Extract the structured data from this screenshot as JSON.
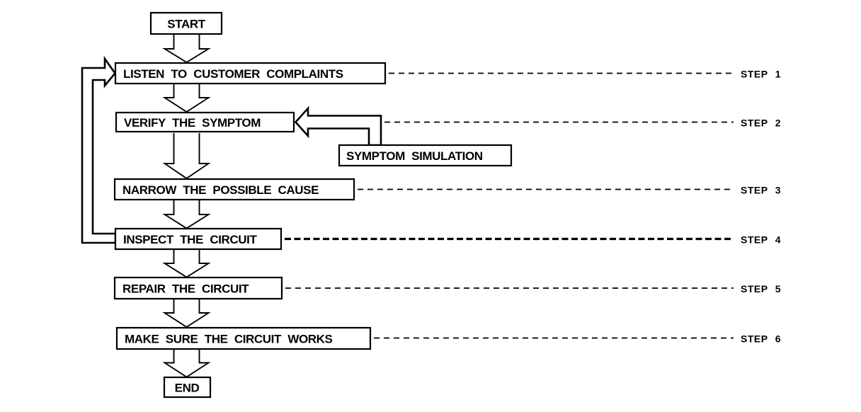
{
  "diagram": {
    "type": "flowchart",
    "subject": "circuit-troubleshooting-procedure",
    "colors": {
      "line": "#000000",
      "background": "#ffffff",
      "box_fill": "#ffffff"
    },
    "nodes": {
      "start": {
        "label": "START"
      },
      "listen": {
        "label": "LISTEN TO CUSTOMER COMPLAINTS",
        "step": "STEP 1"
      },
      "verify": {
        "label": "VERIFY THE SYMPTOM",
        "step": "STEP 2"
      },
      "symptom": {
        "label": "SYMPTOM SIMULATION"
      },
      "narrow": {
        "label": "NARROW THE POSSIBLE CAUSE",
        "step": "STEP 3"
      },
      "inspect": {
        "label": "INSPECT THE CIRCUIT",
        "step": "STEP 4"
      },
      "repair": {
        "label": "REPAIR THE CIRCUIT",
        "step": "STEP 5"
      },
      "makesure": {
        "label": "MAKE SURE THE CIRCUIT WORKS",
        "step": "STEP 6"
      },
      "end": {
        "label": "END"
      }
    },
    "steps": {
      "step1": {
        "label": "STEP 1"
      },
      "step2": {
        "label": "STEP 2"
      },
      "step3": {
        "label": "STEP 3"
      },
      "step4": {
        "label": "STEP 4"
      },
      "step5": {
        "label": "STEP 5"
      },
      "step6": {
        "label": "STEP 6"
      }
    },
    "edges": [
      {
        "from": "start",
        "to": "listen",
        "style": "block-arrow"
      },
      {
        "from": "listen",
        "to": "verify",
        "style": "block-arrow"
      },
      {
        "from": "symptom",
        "to": "verify",
        "style": "hollow-arrow"
      },
      {
        "from": "verify",
        "to": "narrow",
        "style": "block-arrow"
      },
      {
        "from": "narrow",
        "to": "inspect",
        "style": "block-arrow"
      },
      {
        "from": "inspect",
        "to": "listen",
        "style": "hollow-feedback-arrow"
      },
      {
        "from": "inspect",
        "to": "repair",
        "style": "block-arrow"
      },
      {
        "from": "repair",
        "to": "makesure",
        "style": "block-arrow"
      },
      {
        "from": "makesure",
        "to": "end",
        "style": "block-arrow"
      }
    ]
  }
}
